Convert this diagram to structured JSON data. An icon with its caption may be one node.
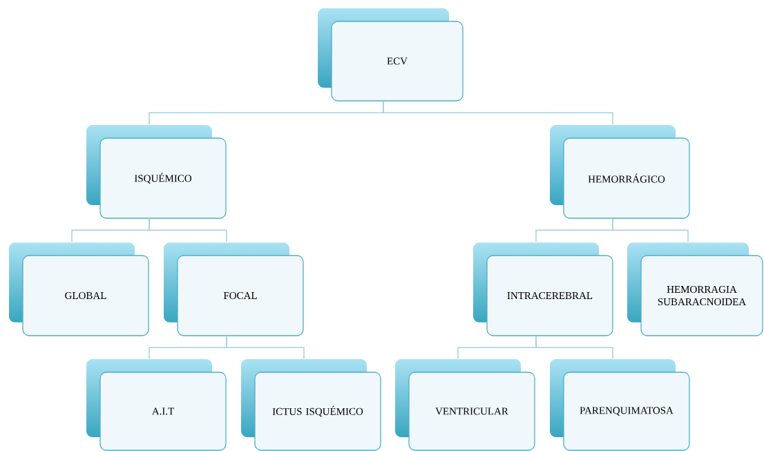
{
  "diagram": {
    "nodes": [
      {
        "text": [
          "ECV"
        ]
      },
      {
        "text": [
          "ISQUÉMICO"
        ]
      },
      {
        "text": [
          "HEMORRÁGICO"
        ]
      },
      {
        "text": [
          "GLOBAL"
        ]
      },
      {
        "text": [
          "FOCAL"
        ]
      },
      {
        "text": [
          "INTRACEREBRAL"
        ]
      },
      {
        "text": [
          "HEMORRAGIA SUBARACNOIDEA"
        ]
      },
      {
        "text": [
          "A.I.T"
        ]
      },
      {
        "text": [
          "ICTUS ISQUÉMICO"
        ]
      },
      {
        "text": [
          "VENTRICULAR"
        ]
      },
      {
        "text": [
          "PARENQUIMATOSA"
        ]
      }
    ],
    "edges": [
      {
        "from": 0,
        "to": 1,
        "arrow": "none"
      },
      {
        "from": 0,
        "to": 2,
        "arrow": "none"
      },
      {
        "from": 1,
        "to": 3,
        "arrow": "none"
      },
      {
        "from": 1,
        "to": 4,
        "arrow": "none"
      },
      {
        "from": 2,
        "to": 5,
        "arrow": "none"
      },
      {
        "from": 2,
        "to": 6,
        "arrow": "none"
      },
      {
        "from": 4,
        "to": 7,
        "arrow": "none"
      },
      {
        "from": 4,
        "to": 8,
        "arrow": "none"
      },
      {
        "from": 5,
        "to": 9,
        "arrow": "none"
      },
      {
        "from": 5,
        "to": 10,
        "arrow": "none"
      }
    ]
  }
}
